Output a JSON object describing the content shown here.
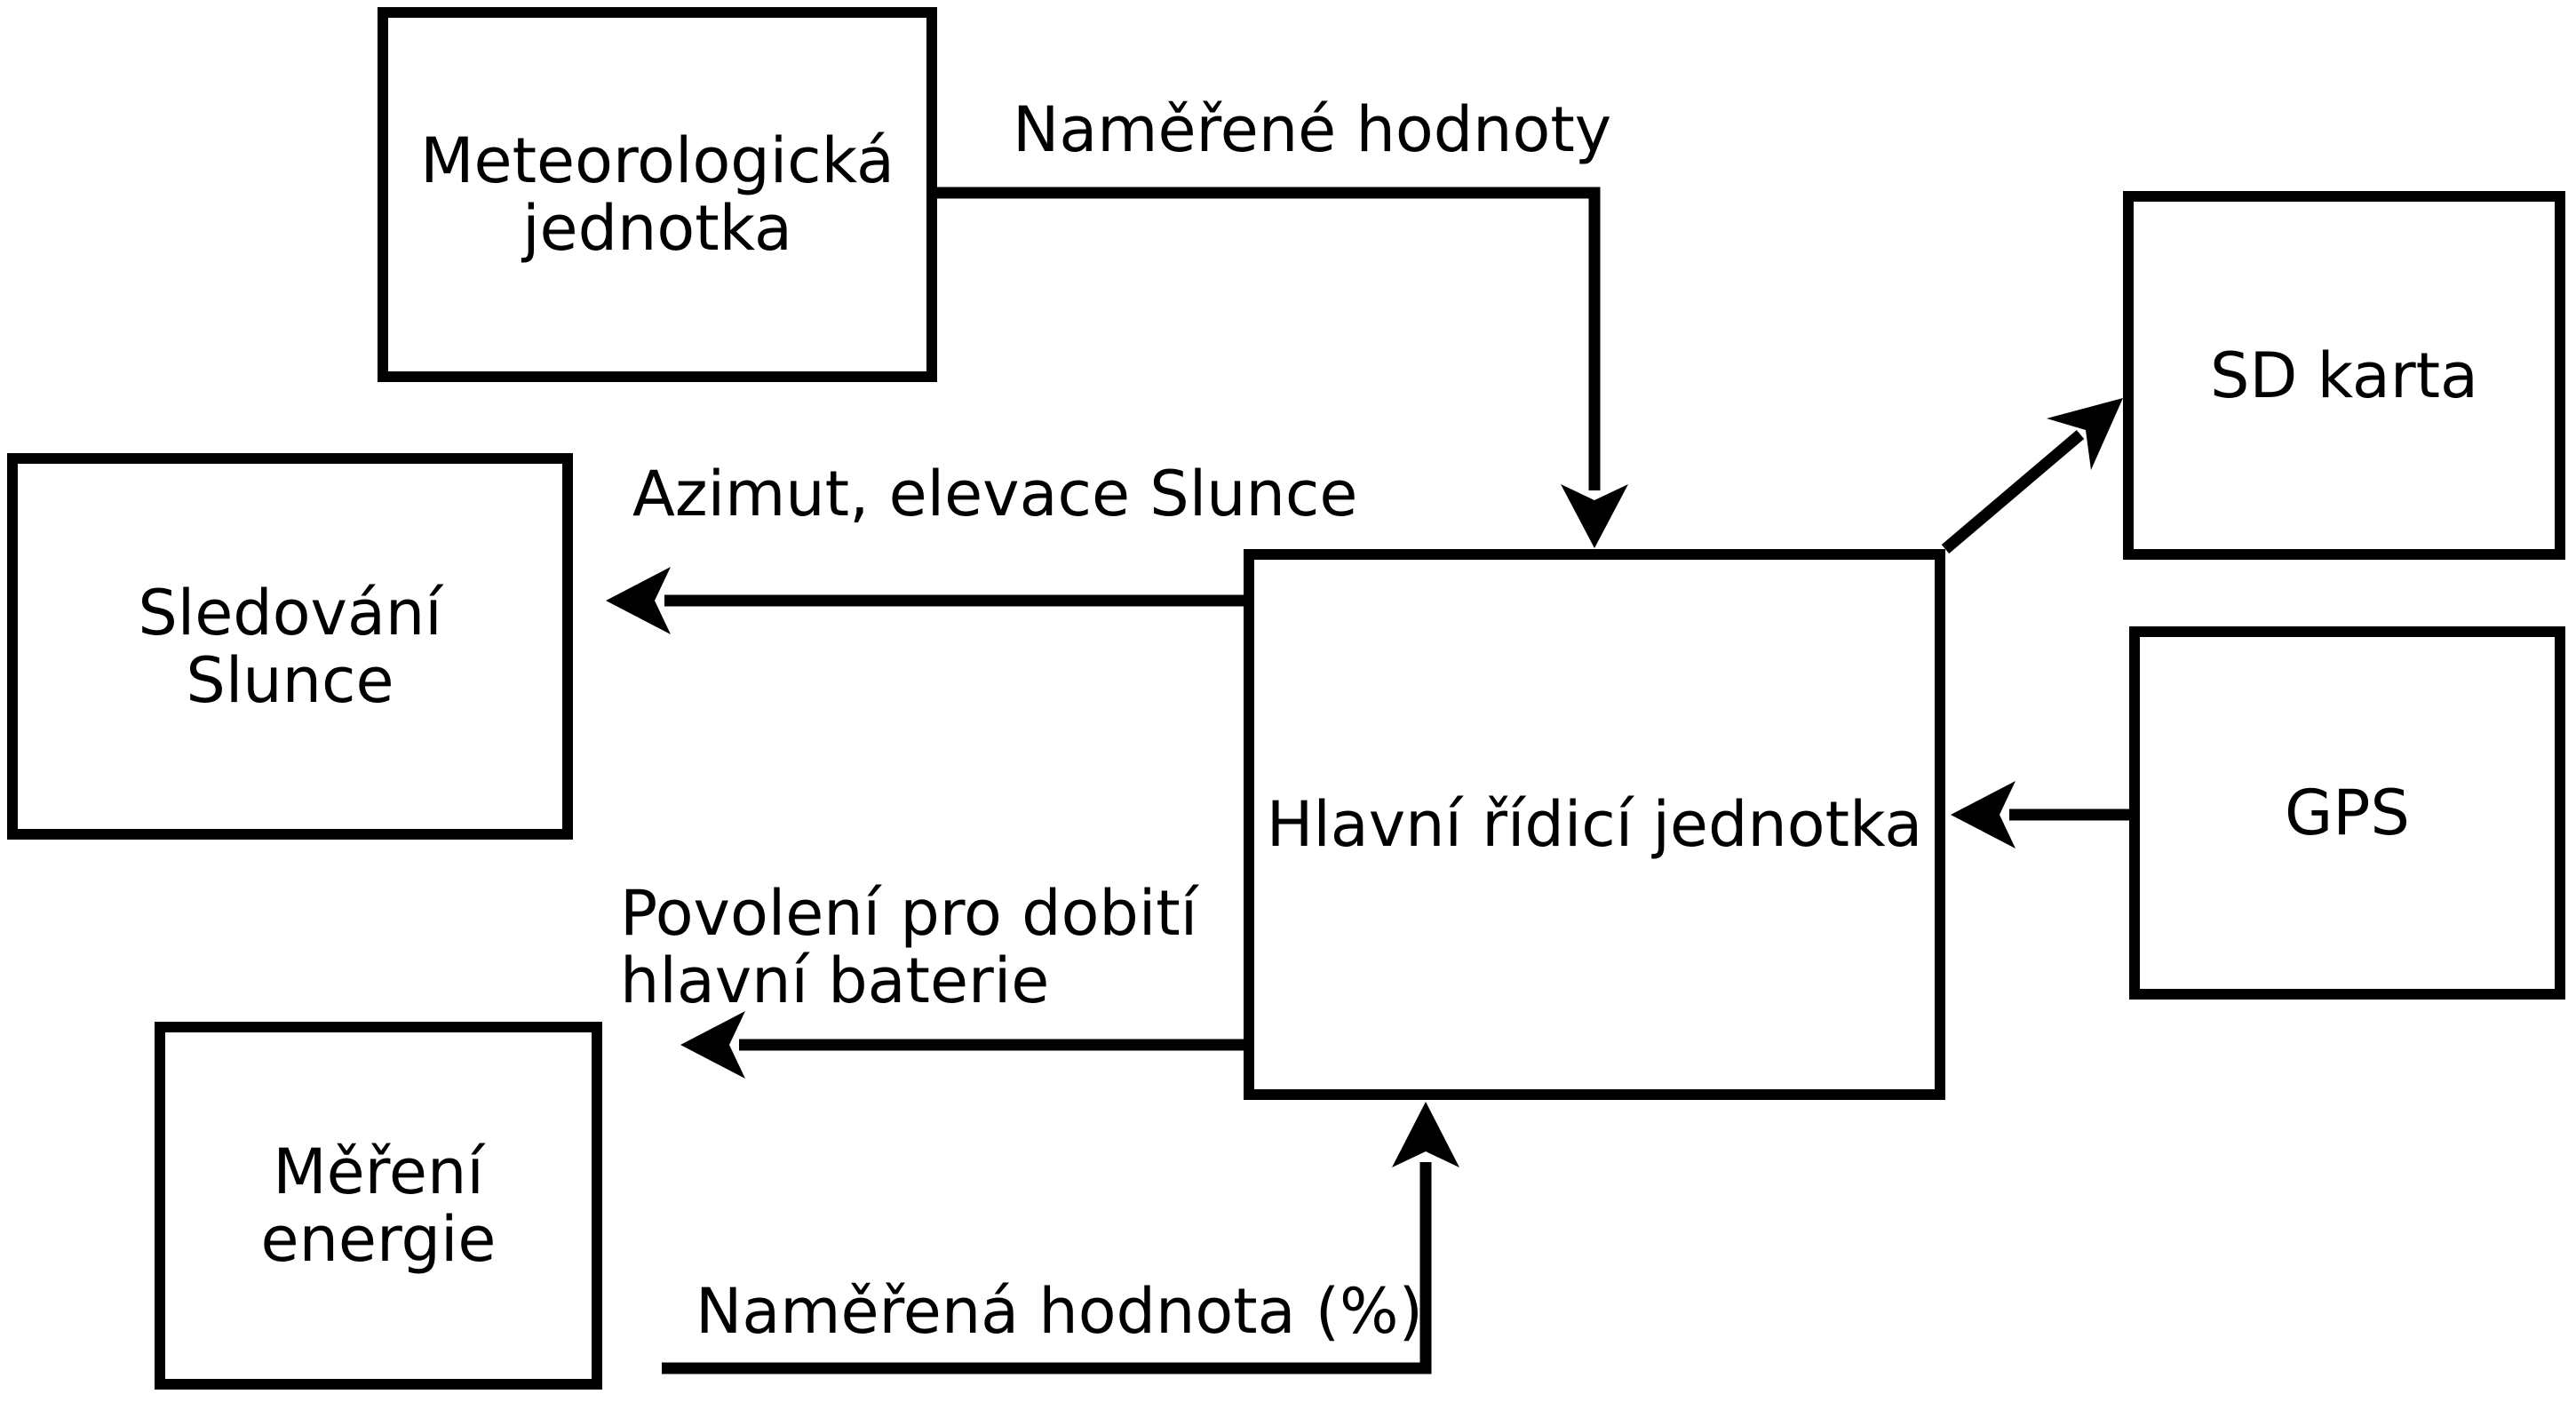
{
  "colors": {
    "background": "#ffffff",
    "stroke": "#000000",
    "text": "#000000"
  },
  "boxes": {
    "meteo": {
      "lines": [
        "Meteorologická",
        "jednotka"
      ]
    },
    "sd": {
      "lines": [
        "SD karta"
      ]
    },
    "sledovani": {
      "lines": [
        "Sledování",
        "Slunce"
      ]
    },
    "hlavni": {
      "lines": [
        "Hlavní řídicí jednotka"
      ]
    },
    "gps": {
      "lines": [
        "GPS"
      ]
    },
    "mereni": {
      "lines": [
        "Měření",
        "energie"
      ]
    }
  },
  "edge_labels": {
    "namerene_hodnoty": "Naměřené hodnoty",
    "azimut_elevace": "Azimut, elevace Slunce",
    "povoleni_line1": "Povolení pro dobití",
    "povoleni_line2": "hlavní baterie",
    "namerena_hodnota": "Naměřená hodnota (%)"
  }
}
